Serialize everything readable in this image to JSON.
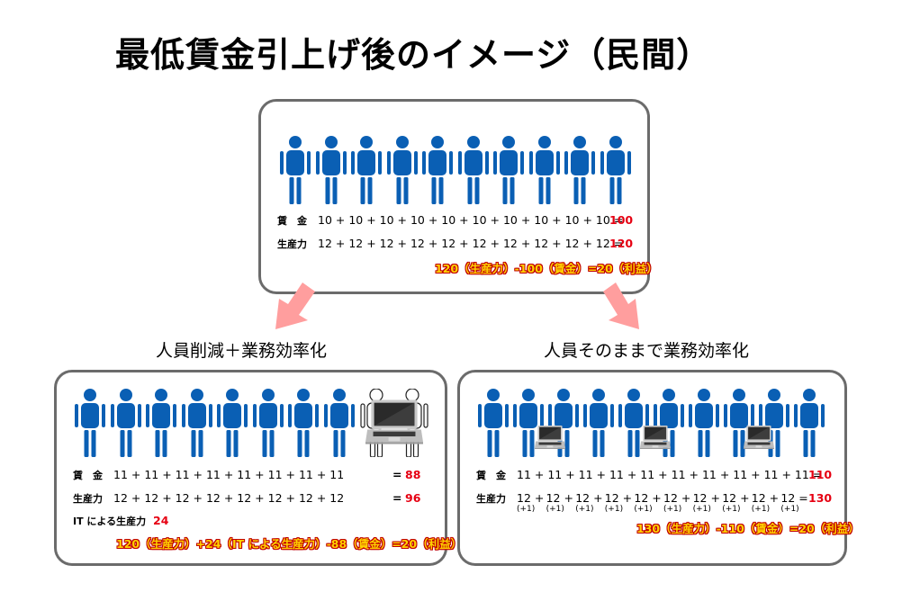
{
  "title": "最低賃金引上げ後のイメージ（民間）",
  "colors": {
    "figure": "#0a5fb4",
    "result_red": "#e60012",
    "profit_fill": "#ffd200",
    "profit_outline": "#c00000",
    "arrow": "#ff9e9e",
    "panel_border": "#6b6b6b"
  },
  "top_panel": {
    "figure_count": 10,
    "wage_label": "賃　金",
    "wage_expr": "10 + 10 + 10 + 10 + 10 + 10 + 10 + 10 + 10 + 10 =",
    "wage_total": "100",
    "prod_label": "生産力",
    "prod_expr": "12 + 12 + 12 + 12 + 12 + 12 + 12 + 12 + 12 + 12 =",
    "prod_total": "120",
    "profit": "120（生産力）-100（賃金）=20（利益）"
  },
  "left_panel": {
    "heading": "人員削減＋業務効率化",
    "figure_count": 8,
    "icons": [
      "person-icon",
      "person-icon",
      "person-icon",
      "person-icon",
      "person-icon",
      "person-icon",
      "person-icon",
      "person-icon",
      "laptop-replacing-people-icon"
    ],
    "wage_label": "賃　金",
    "wage_expr": "11 + 11 + 11 + 11 + 11 + 11 + 11 + 11",
    "wage_eq": "=",
    "wage_total": "88",
    "prod_label": "生産力",
    "prod_expr": "12 + 12 + 12 + 12 + 12 + 12 + 12 + 12",
    "prod_eq": "=",
    "prod_total": "96",
    "it_label": "IT による生産力",
    "it_value": "24",
    "profit": "120（生産力）+24（IT による生産力）-88（賃金）=20（利益）"
  },
  "right_panel": {
    "heading": "人員そのままで業務効率化",
    "figure_count": 10,
    "laptop_count": 3,
    "wage_label": "賃　金",
    "wage_expr": "11 + 11 + 11 + 11 + 11 + 11 + 11 + 11 + 11 + 11 =",
    "wage_total": "110",
    "prod_label": "生産力",
    "prod_terms": [
      "12",
      "12",
      "12",
      "12",
      "12",
      "12",
      "12",
      "12",
      "12",
      "12"
    ],
    "prod_increments": [
      "(+1)",
      "(+1)",
      "(+1)",
      "(+1)",
      "(+1)",
      "(+1)",
      "(+1)",
      "(+1)",
      "(+1)",
      "(+1)"
    ],
    "prod_total": "130",
    "profit": "130（生産力）-110（賃金）=20（利益）"
  }
}
